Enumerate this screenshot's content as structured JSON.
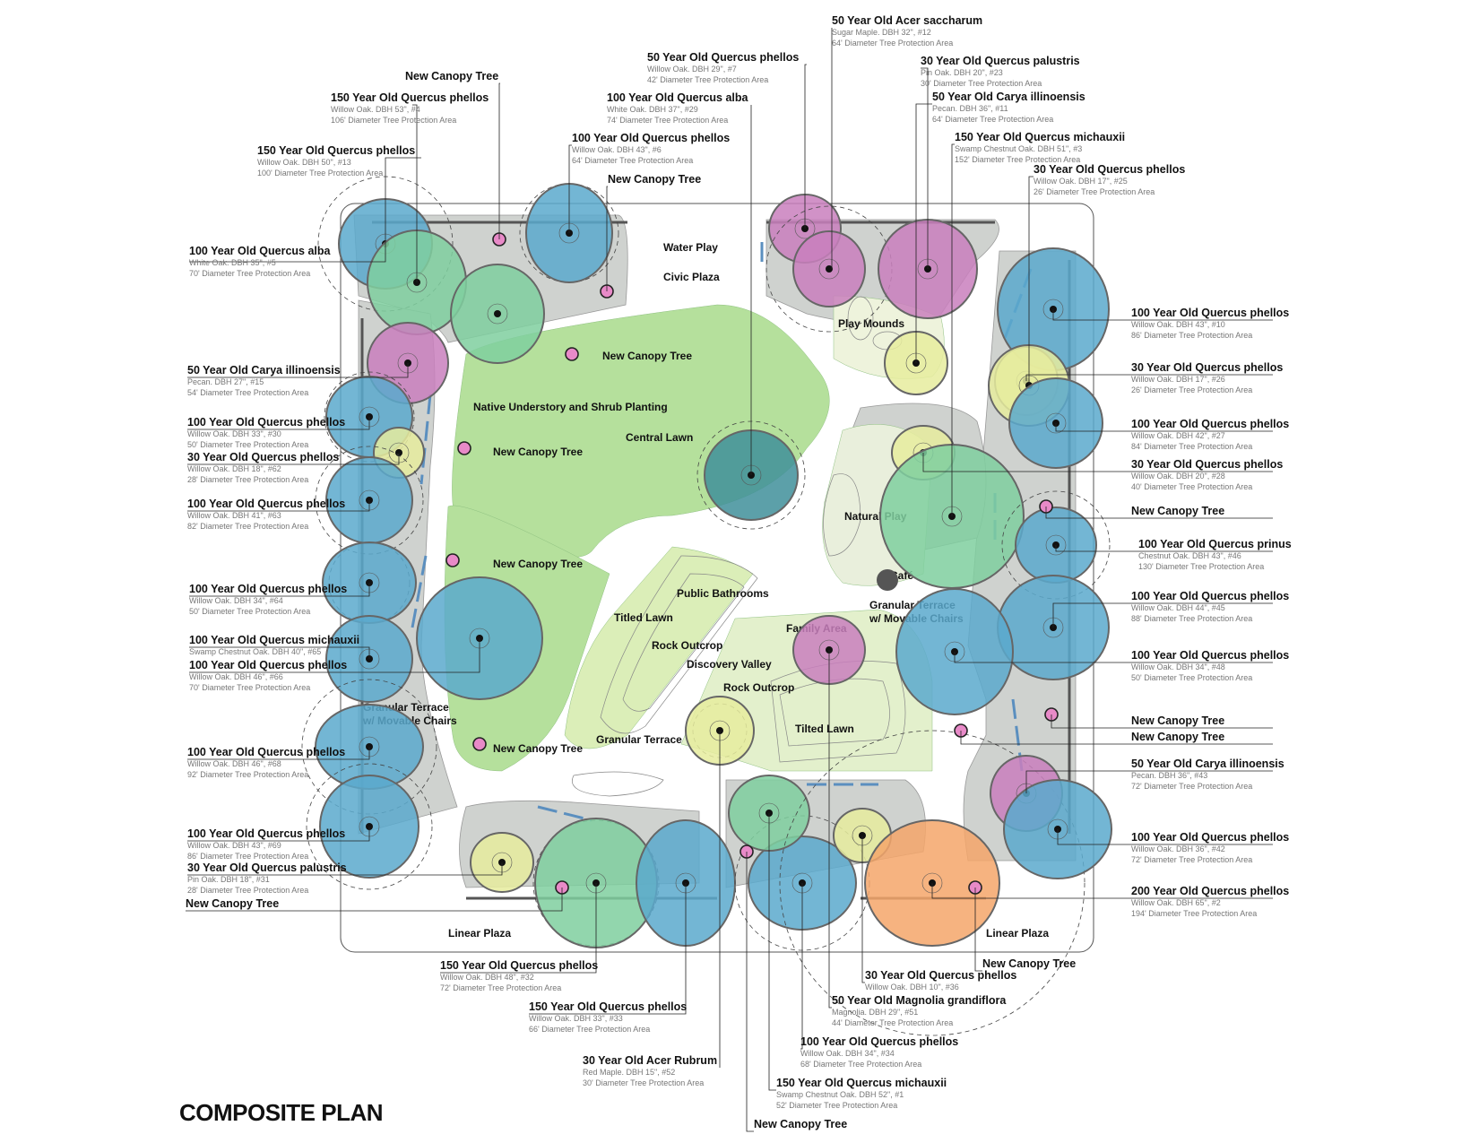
{
  "title": "COMPOSITE PLAN",
  "colors": {
    "willow_oak": "#5ba9cc",
    "pecan": "#c97fbd",
    "maple": "#c97fbd",
    "young": "#e6ec9d",
    "canopy_green": "#7fcf9f",
    "magnolia": "#f5a66a",
    "teal": "#3f8f9a",
    "lawn": "#b5e09c",
    "lawn_light": "#e3f0cc",
    "paving": "#c9ccc9",
    "new_canopy": "#e88ac8"
  },
  "areas": [
    {
      "id": "water-play",
      "text": "Water Play"
    },
    {
      "id": "civic-plaza",
      "text": "Civic Plaza"
    },
    {
      "id": "play-mounds",
      "text": "Play Mounds"
    },
    {
      "id": "native-understory",
      "text": "Native Understory and Shrub Planting"
    },
    {
      "id": "central-lawn",
      "text": "Central Lawn"
    },
    {
      "id": "natural-play",
      "text": "Natural Play"
    },
    {
      "id": "cafe",
      "text": "Café"
    },
    {
      "id": "granular-terrace-e1",
      "text": "Granular Terrace"
    },
    {
      "id": "granular-terrace-e2",
      "text": "w/ Movable Chairs"
    },
    {
      "id": "public-bathrooms",
      "text": "Public Bathrooms"
    },
    {
      "id": "titled-lawn",
      "text": "Titled Lawn"
    },
    {
      "id": "rock-outcrop-1",
      "text": "Rock Outcrop"
    },
    {
      "id": "discovery-valley",
      "text": "Discovery Valley"
    },
    {
      "id": "family-area",
      "text": "Family Area"
    },
    {
      "id": "rock-outcrop-2",
      "text": "Rock Outcrop"
    },
    {
      "id": "tilted-lawn",
      "text": "Tilted Lawn"
    },
    {
      "id": "granular-terrace-s",
      "text": "Granular Terrace"
    },
    {
      "id": "granular-terrace-w1",
      "text": "Granular Terrace"
    },
    {
      "id": "granular-terrace-w2",
      "text": "w/ Movable Chairs"
    },
    {
      "id": "linear-plaza-w",
      "text": "Linear Plaza"
    },
    {
      "id": "linear-plaza-e",
      "text": "Linear Plaza"
    },
    {
      "id": "new-canopy-a",
      "text": "New Canopy Tree"
    },
    {
      "id": "new-canopy-b",
      "text": "New Canopy Tree"
    },
    {
      "id": "new-canopy-c",
      "text": "New Canopy Tree"
    },
    {
      "id": "new-canopy-d",
      "text": "New Canopy Tree"
    }
  ],
  "labels": [
    {
      "id": "L1",
      "title": "50 Year Old Acer saccharum",
      "sub1": "Sugar Maple. DBH 32\", #12",
      "sub2": "64' Diameter Tree Protection Area"
    },
    {
      "id": "L2",
      "title": "50 Year Old Quercus phellos",
      "sub1": "Willow Oak. DBH 29\", #7",
      "sub2": "42' Diameter Tree Protection Area"
    },
    {
      "id": "L3",
      "title": "30 Year Old Quercus palustris",
      "sub1": "Pin Oak. DBH 20\", #23",
      "sub2": "30' Diameter Tree Protection Area"
    },
    {
      "id": "L4",
      "title": "New Canopy Tree",
      "sub1": "",
      "sub2": ""
    },
    {
      "id": "L5",
      "title": "100 Year Old Quercus alba",
      "sub1": "White Oak. DBH 37\", #29",
      "sub2": "74' Diameter Tree Protection Area"
    },
    {
      "id": "L6",
      "title": "50 Year Old Carya illinoensis",
      "sub1": "Pecan. DBH 36\", #11",
      "sub2": "64' Diameter Tree Protection Area"
    },
    {
      "id": "L7",
      "title": "150 Year Old Quercus phellos",
      "sub1": "Willow Oak. DBH 53\", #4",
      "sub2": "106' Diameter Tree Protection Area"
    },
    {
      "id": "L8",
      "title": "100 Year Old Quercus phellos",
      "sub1": "Willow Oak. DBH 43\", #6",
      "sub2": "64' Diameter Tree Protection Area"
    },
    {
      "id": "L9",
      "title": "150 Year Old Quercus michauxii",
      "sub1": "Swamp Chestnut Oak. DBH 51\", #3",
      "sub2": "152' Diameter Tree Protection Area"
    },
    {
      "id": "L10",
      "title": "150 Year Old Quercus phellos",
      "sub1": "Willow Oak. DBH 50\", #13",
      "sub2": "100' Diameter Tree Protection Area"
    },
    {
      "id": "L11",
      "title": "30 Year Old Quercus phellos",
      "sub1": "Willow Oak. DBH 17\", #25",
      "sub2": "26' Diameter Tree Protection Area"
    },
    {
      "id": "L12",
      "title": "New Canopy Tree",
      "sub1": "",
      "sub2": ""
    },
    {
      "id": "L13",
      "title": "100 Year Old Quercus alba",
      "sub1": "White Oak. DBH 35\", #5",
      "sub2": "70' Diameter Tree Protection Area"
    },
    {
      "id": "L14",
      "title": "100 Year Old Quercus phellos",
      "sub1": "Willow Oak. DBH 43\", #10",
      "sub2": "86' Diameter Tree Protection Area"
    },
    {
      "id": "L15",
      "title": "30 Year Old Quercus phellos",
      "sub1": "Willow Oak. DBH 17\", #26",
      "sub2": "26' Diameter Tree Protection Area"
    },
    {
      "id": "L16",
      "title": "50 Year Old Carya illinoensis",
      "sub1": "Pecan. DBH 27\", #15",
      "sub2": "54' Diameter Tree Protection Area"
    },
    {
      "id": "L17",
      "title": "100 Year Old Quercus phellos",
      "sub1": "Willow Oak. DBH 42\", #27",
      "sub2": "84' Diameter Tree Protection Area"
    },
    {
      "id": "L18",
      "title": "100 Year Old Quercus phellos",
      "sub1": "Willow Oak. DBH 33\", #30",
      "sub2": "50' Diameter Tree Protection Area"
    },
    {
      "id": "L19",
      "title": "30 Year Old Quercus phellos",
      "sub1": "Willow Oak. DBH 20\", #28",
      "sub2": "40' Diameter Tree Protection Area"
    },
    {
      "id": "L20",
      "title": "30 Year Old Quercus phellos",
      "sub1": "Willow Oak. DBH 18\", #62",
      "sub2": "28' Diameter Tree Protection Area"
    },
    {
      "id": "L21",
      "title": "New Canopy Tree",
      "sub1": "",
      "sub2": ""
    },
    {
      "id": "L22",
      "title": "100 Year Old Quercus phellos",
      "sub1": "Willow Oak. DBH 41\", #63",
      "sub2": "82' Diameter Tree Protection Area"
    },
    {
      "id": "L23",
      "title": "100 Year Old Quercus prinus",
      "sub1": "Chestnut Oak. DBH 43\", #46",
      "sub2": "130' Diameter Tree Protection Area"
    },
    {
      "id": "L24",
      "title": "100 Year Old Quercus phellos",
      "sub1": "Willow Oak. DBH 34\", #64",
      "sub2": "50' Diameter Tree Protection Area"
    },
    {
      "id": "L25",
      "title": "100 Year Old Quercus phellos",
      "sub1": "Willow Oak. DBH 44\", #45",
      "sub2": "88' Diameter Tree Protection Area"
    },
    {
      "id": "L26",
      "title": "100 Year Old Quercus michauxii",
      "sub1": "Swamp Chestnut Oak. DBH 40\", #65",
      "sub2": ""
    },
    {
      "id": "L27",
      "title": "100 Year Old Quercus phellos",
      "sub1": "Willow Oak. DBH 46\", #66",
      "sub2": "70' Diameter Tree Protection Area"
    },
    {
      "id": "L28",
      "title": "100 Year Old Quercus phellos",
      "sub1": "Willow Oak. DBH 34\", #48",
      "sub2": "50' Diameter Tree Protection Area"
    },
    {
      "id": "L29",
      "title": "New Canopy Tree",
      "sub1": "",
      "sub2": ""
    },
    {
      "id": "L30",
      "title": "New Canopy Tree",
      "sub1": "",
      "sub2": ""
    },
    {
      "id": "L31",
      "title": "100 Year Old Quercus phellos",
      "sub1": "Willow Oak. DBH 46\", #68",
      "sub2": "92' Diameter Tree Protection Area"
    },
    {
      "id": "L32",
      "title": "50 Year Old Carya illinoensis",
      "sub1": "Pecan. DBH 36\", #43",
      "sub2": "72' Diameter Tree Protection Area"
    },
    {
      "id": "L33",
      "title": "100 Year Old Quercus phellos",
      "sub1": "Willow Oak. DBH 43\", #69",
      "sub2": "86' Diameter Tree Protection Area"
    },
    {
      "id": "L34",
      "title": "30 Year Old Quercus palustris",
      "sub1": "Pin Oak. DBH 18\", #31",
      "sub2": "28' Diameter Tree Protection Area"
    },
    {
      "id": "L35",
      "title": "100 Year Old Quercus phellos",
      "sub1": "Willow Oak. DBH 36\", #42",
      "sub2": "72' Diameter Tree Protection Area"
    },
    {
      "id": "L36",
      "title": "New Canopy Tree",
      "sub1": "",
      "sub2": ""
    },
    {
      "id": "L37",
      "title": "200 Year Old Quercus phellos",
      "sub1": "Willow Oak. DBH 65\", #2",
      "sub2": "194' Diameter Tree Protection Area"
    },
    {
      "id": "L38",
      "title": "New Canopy Tree",
      "sub1": "",
      "sub2": ""
    },
    {
      "id": "L39",
      "title": "150 Year Old Quercus phellos",
      "sub1": "Willow Oak. DBH 48\", #32",
      "sub2": "72' Diameter Tree Protection Area"
    },
    {
      "id": "L40",
      "title": "30 Year Old Quercus phellos",
      "sub1": "Willow Oak. DBH 10\", #36",
      "sub2": ""
    },
    {
      "id": "L41",
      "title": "150 Year Old Quercus phellos",
      "sub1": "Willow Oak. DBH 33\", #33",
      "sub2": "66' Diameter Tree Protection Area"
    },
    {
      "id": "L42",
      "title": "50 Year Old Magnolia grandiflora",
      "sub1": "Magnolia. DBH 29\", #51",
      "sub2": "44' Diameter Tree Protection Area"
    },
    {
      "id": "L43",
      "title": "100 Year Old Quercus phellos",
      "sub1": "Willow Oak. DBH 34\", #34",
      "sub2": "68' Diameter Tree Protection Area"
    },
    {
      "id": "L44",
      "title": "30 Year Old Acer Rubrum",
      "sub1": "Red Maple. DBH 15\", #52",
      "sub2": "30' Diameter Tree Protection Area"
    },
    {
      "id": "L45",
      "title": "150 Year Old Quercus michauxii",
      "sub1": "Swamp Chestnut Oak. DBH 52\", #1",
      "sub2": "52' Diameter Tree Protection Area"
    },
    {
      "id": "L46",
      "title": "New Canopy Tree",
      "sub1": "",
      "sub2": ""
    }
  ]
}
